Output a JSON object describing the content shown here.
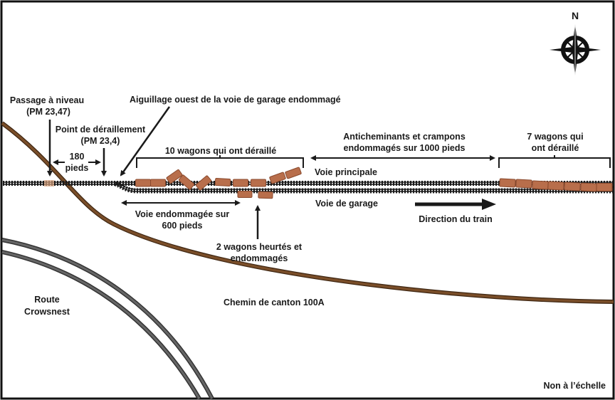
{
  "diagram": {
    "title": "Derailment site sketch",
    "compass": {
      "label": "N",
      "icon": "compass-rose-icon"
    },
    "labels": {
      "level_crossing": [
        "Passage à niveau",
        "(PM 23,47)"
      ],
      "derailment_point": [
        "Point de déraillement",
        "(PM 23,4)"
      ],
      "distance_180": [
        "180",
        "pieds"
      ],
      "west_switch": "Aiguillage ouest de la voie de garage endommagé",
      "ten_cars": "10 wagons qui ont déraillé",
      "ties_spikes": [
        "Anticheminants et crampons",
        "endommagés sur 1000 pieds"
      ],
      "seven_cars": [
        "7 wagons qui",
        "ont déraillé"
      ],
      "main_track": "Voie principale",
      "siding": "Voie de garage",
      "damaged_track": [
        "Voie endommagée sur",
        "600 pieds"
      ],
      "two_cars": [
        "2 wagons heurtés et",
        "endommagés"
      ],
      "train_direction": "Direction du train",
      "highway": [
        "Route",
        "Crowsnest"
      ],
      "township_road": "Chemin de canton 100A",
      "not_to_scale": "Non à l’échelle"
    },
    "groups": {
      "ten_cars_count": 10,
      "seven_cars_count": 7,
      "two_cars_count": 2
    },
    "colors": {
      "wagon": "#b86e4b",
      "wagon_dark": "#8a4a2e",
      "road_brown": "#6b4423",
      "highway_gray": "#555555",
      "track": "#1a1a1a",
      "border": "#111111"
    }
  }
}
